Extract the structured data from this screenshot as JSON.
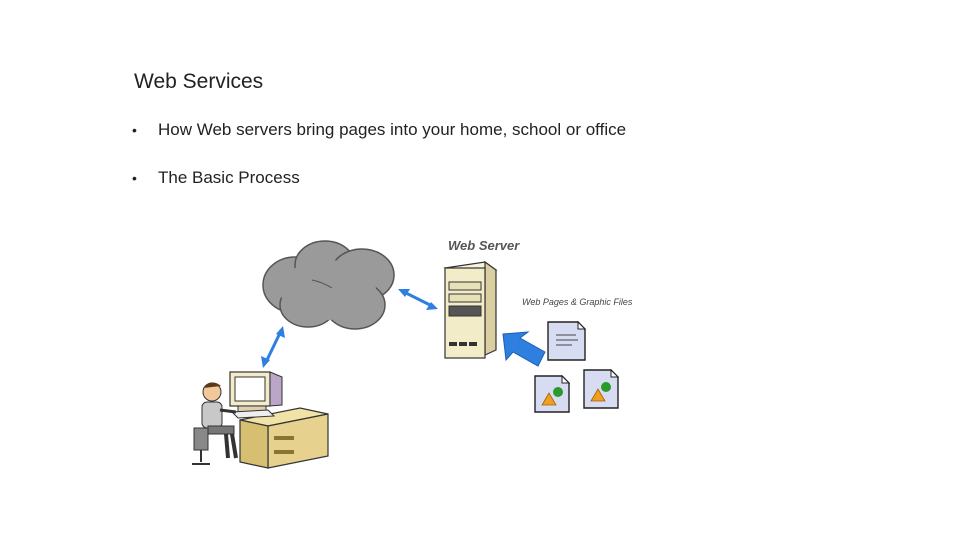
{
  "slide": {
    "title": "Web Services",
    "bullets": [
      "How Web servers bring pages into your home, school or office",
      "The Basic Process"
    ]
  },
  "diagram": {
    "server_label": "Web Server",
    "files_label": "Web Pages & Graphic Files",
    "colors": {
      "cloud": "#9a9a9a",
      "arrow_blue": "#2f7fe0",
      "server_body": "#f3ecc8",
      "desk": "#e6d18e",
      "page": "#d8dcf2",
      "triangle": "#f0a020",
      "circle": "#2a9a2a"
    },
    "icons": [
      "cloud-icon",
      "server-icon",
      "workstation-icon",
      "document-icon",
      "image-file-icon"
    ]
  }
}
